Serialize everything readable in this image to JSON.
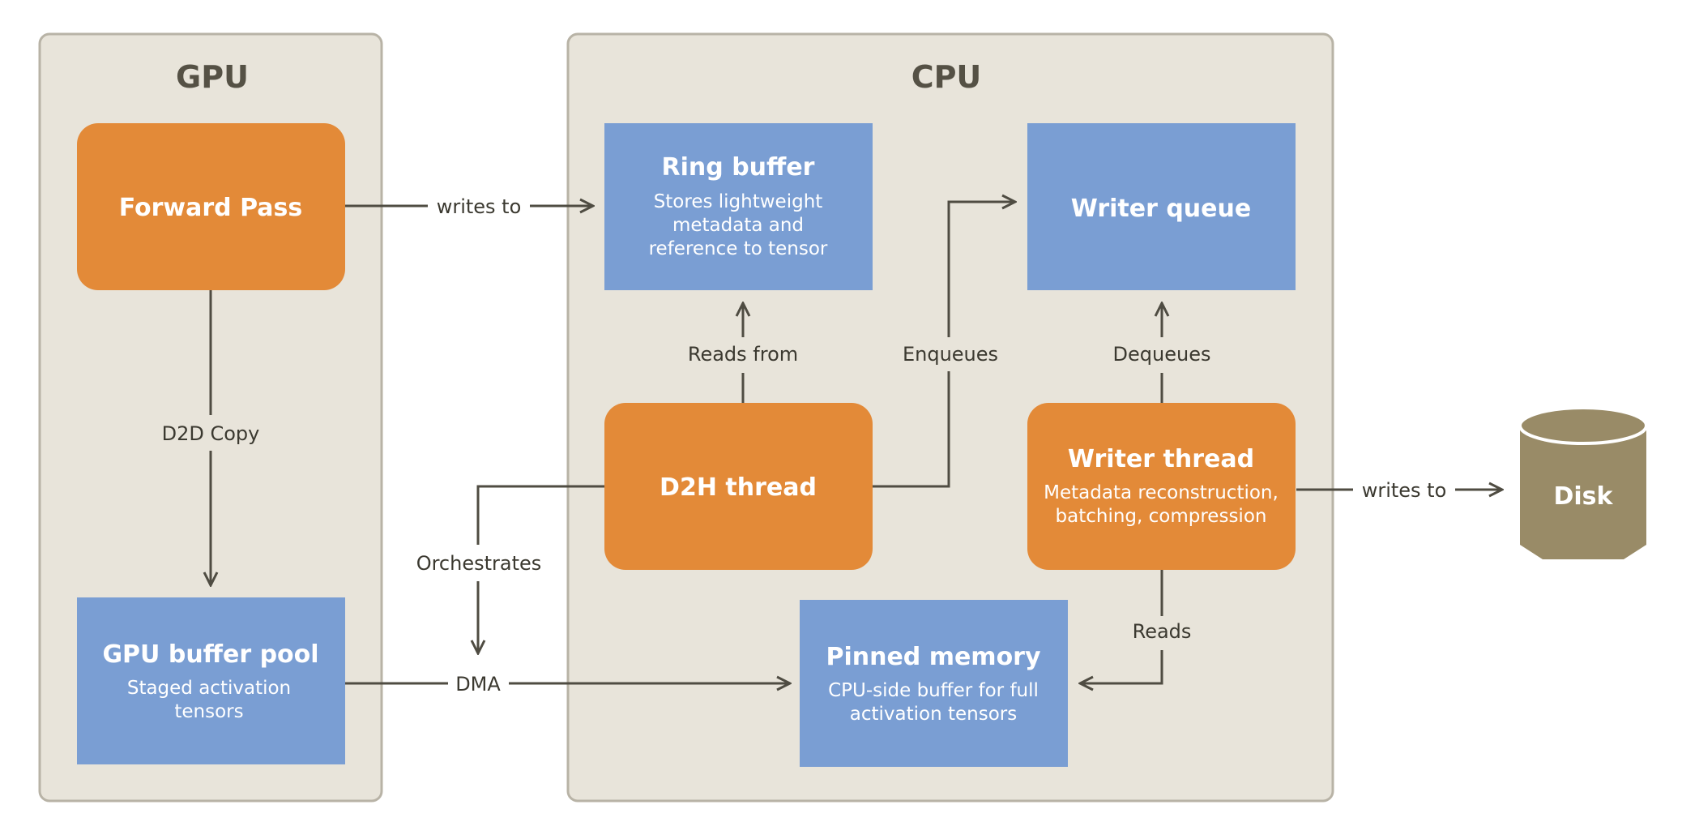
{
  "regions": {
    "gpu": {
      "title": "GPU"
    },
    "cpu": {
      "title": "CPU"
    }
  },
  "nodes": {
    "forward_pass": {
      "title": "Forward Pass"
    },
    "gpu_buffer_pool": {
      "title": "GPU buffer pool",
      "lines": [
        "Staged activation",
        "tensors"
      ]
    },
    "ring_buffer": {
      "title": "Ring buffer",
      "lines": [
        "Stores lightweight",
        "metadata and",
        "reference to tensor"
      ]
    },
    "writer_queue": {
      "title": "Writer queue"
    },
    "d2h_thread": {
      "title": "D2H thread"
    },
    "writer_thread": {
      "title": "Writer thread",
      "lines": [
        "Metadata reconstruction,",
        "batching, compression"
      ]
    },
    "pinned_memory": {
      "title": "Pinned memory",
      "lines": [
        "CPU-side buffer for full",
        "activation tensors"
      ]
    },
    "disk": {
      "title": "Disk"
    }
  },
  "edges": {
    "fp_to_ring": "writes to",
    "fp_to_pool": "D2D Copy",
    "d2h_to_ring": "Reads from",
    "d2h_to_queue": "Enqueues",
    "writer_to_queue": "Dequeues",
    "d2h_orchestrates": "Orchestrates",
    "pool_to_pinned": "DMA",
    "writer_reads_pinned": "Reads",
    "writer_to_disk": "writes to"
  },
  "colors": {
    "region_fill": "#e8e4da",
    "orange": "#e38a38",
    "blue": "#7a9ed3",
    "disk": "#998b67",
    "edge": "#4f4c42"
  }
}
